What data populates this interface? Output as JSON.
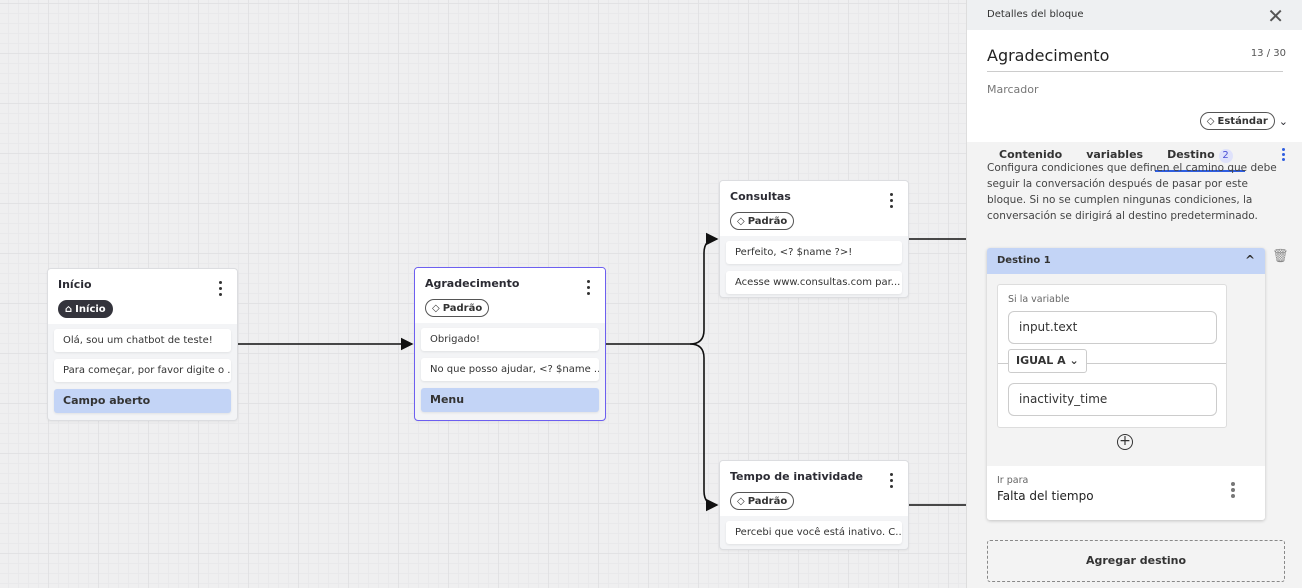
{
  "canvas": {
    "nodes": [
      {
        "title": "Início",
        "tag": "Início",
        "tag_icon": "home-icon",
        "items": [
          "Olá, sou um chatbot de teste!",
          "Para começar, por favor digite o ..."
        ],
        "input": "Campo aberto"
      },
      {
        "title": "Agradecimento",
        "tag": "Padrão",
        "tag_icon": "tag-icon",
        "items": [
          "Obrigado!",
          "No que posso ajudar, <? $name ..."
        ],
        "input": "Menu"
      },
      {
        "title": "Consultas",
        "tag": "Padrão",
        "tag_icon": "tag-icon",
        "items": [
          "Perfeito, <? $name ?>!",
          "Acesse www.consultas.com par..."
        ]
      },
      {
        "title": "Tempo de inatividade",
        "tag": "Padrão",
        "tag_icon": "tag-icon",
        "items": [
          "Percebi que você está inativo. C..."
        ]
      }
    ]
  },
  "panel": {
    "header": "Detalles del bloque",
    "name": "Agradecimento",
    "char_count": "13 / 30",
    "marker_label": "Marcador",
    "marker_value": "Estándar",
    "tabs": [
      {
        "label": "Contenido"
      },
      {
        "label": "variables"
      },
      {
        "label": "Destino",
        "badge": "2"
      }
    ],
    "active_tab": "Destino",
    "description": "Configura condiciones que definen el camino que debe seguir la conversación después de pasar por este bloque. Si no se cumplen ningunas condiciones, la conversación se dirigirá al destino predeterminado.",
    "destination": {
      "title": "Destino 1",
      "condition_label": "Si la variable",
      "variable": "input.text",
      "operator": "IGUAL A",
      "value": "inactivity_time",
      "goto_label": "Ir para",
      "goto_value": "Falta del tiempo"
    },
    "add_button": "Agregar destino"
  },
  "colors": {
    "accent": "#2f5ee0",
    "selected_border": "#6d5ff0",
    "input_block": "#c3d4f6"
  }
}
